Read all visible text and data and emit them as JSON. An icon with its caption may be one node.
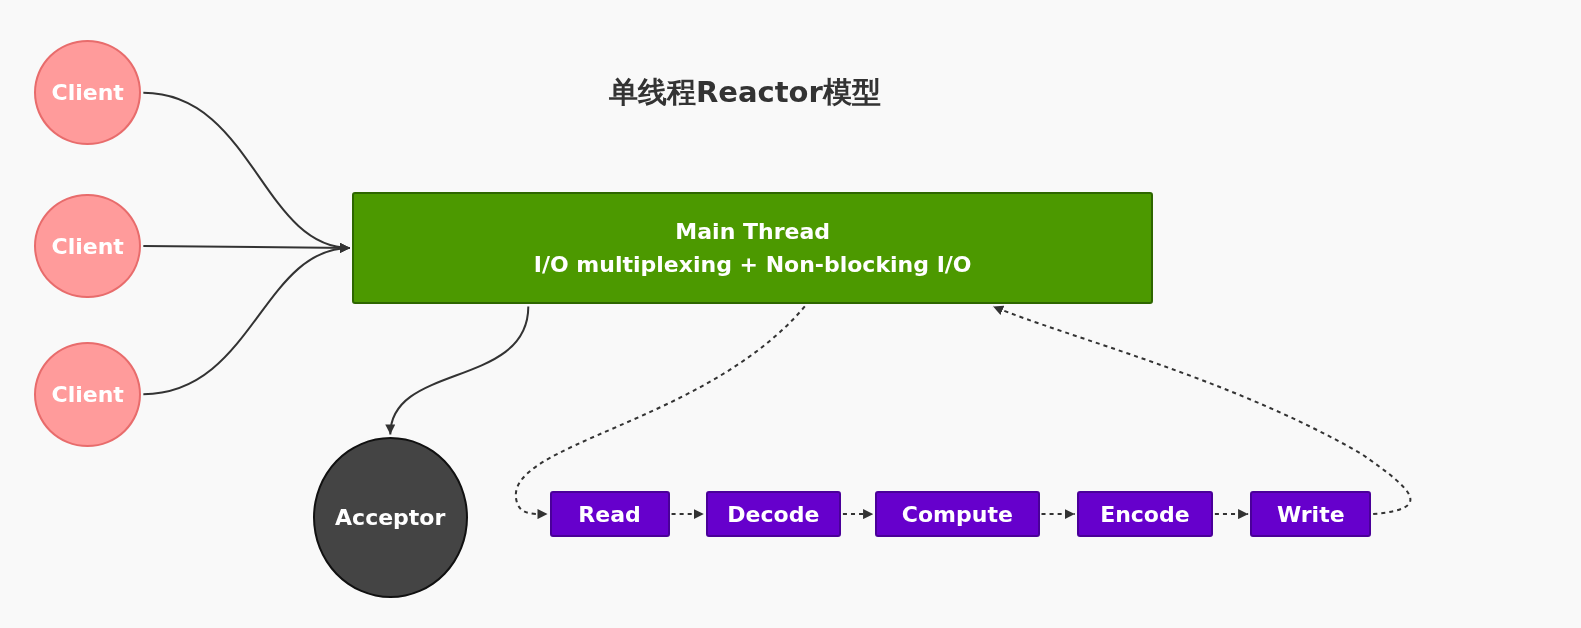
{
  "diagram": {
    "title": "单线程Reactor模型",
    "nodes": [
      {
        "text": [
          "Client"
        ]
      },
      {
        "text": [
          "Client"
        ]
      },
      {
        "text": [
          "Client"
        ]
      },
      {
        "text": [
          "Main Thread",
          "I/O multiplexing + Non-blocking I/O"
        ]
      },
      {
        "text": [
          "Acceptor"
        ]
      },
      {
        "text": [
          "Read"
        ]
      },
      {
        "text": [
          "Decode"
        ]
      },
      {
        "text": [
          "Compute"
        ]
      },
      {
        "text": [
          "Encode"
        ]
      },
      {
        "text": [
          "Write"
        ]
      }
    ],
    "edges": [
      {
        "from": 0,
        "to": 3,
        "arrow": "to"
      },
      {
        "from": 1,
        "to": 3,
        "arrow": "to"
      },
      {
        "from": 2,
        "to": 3,
        "arrow": "to"
      },
      {
        "from": 3,
        "to": 4,
        "arrow": "to"
      },
      {
        "from": 3,
        "to": 5,
        "arrow": "to",
        "style": "dashed"
      },
      {
        "from": 5,
        "to": 6,
        "arrow": "to",
        "style": "dashed"
      },
      {
        "from": 6,
        "to": 7,
        "arrow": "to",
        "style": "dashed"
      },
      {
        "from": 7,
        "to": 8,
        "arrow": "to",
        "style": "dashed"
      },
      {
        "from": 8,
        "to": 9,
        "arrow": "to",
        "style": "dashed"
      },
      {
        "from": 9,
        "to": 3,
        "arrow": "to",
        "style": "dashed"
      }
    ]
  }
}
